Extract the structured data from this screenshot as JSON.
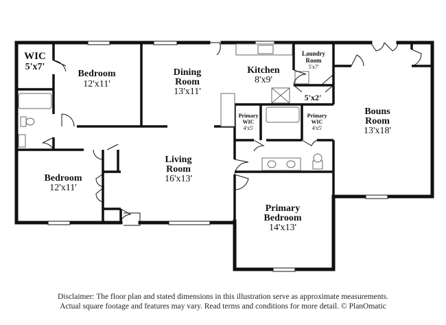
{
  "rooms": {
    "wic_left": {
      "name": "WIC",
      "dim": "5'x7'"
    },
    "bedroom_top": {
      "name": "Bedroom",
      "dim": "12'x11'"
    },
    "dining": {
      "name_line1": "Dining",
      "name_line2": "Room",
      "dim": "13'x11'"
    },
    "kitchen": {
      "name": "Kitchen",
      "dim": "8'x9'"
    },
    "laundry": {
      "name_line1": "Laundry",
      "name_line2": "Room",
      "dim": "5'x7'"
    },
    "closet": {
      "dim": "5'x2'"
    },
    "bonus": {
      "name_line1": "Bouns",
      "name_line2": "Room",
      "dim": "13'x18'"
    },
    "primary_wic_left": {
      "name_line1": "Primary",
      "name_line2": "WIC",
      "dim": "4'x5'"
    },
    "primary_wic_right": {
      "name_line1": "Primary",
      "name_line2": "WIC",
      "dim": "4'x5'"
    },
    "living": {
      "name_line1": "Living",
      "name_line2": "Room",
      "dim": "16'x13'"
    },
    "bedroom_left": {
      "name": "Bedroom",
      "dim": "12'x11'"
    },
    "primary_bedroom": {
      "name_line1": "Primary",
      "name_line2": "Bedroom",
      "dim": "14'x13'"
    }
  },
  "disclaimer": {
    "line1": "Disclaimer: The floor plan and stated dimensions in this illustration serve as approximate measurements.",
    "line2": "Actual square footage and features may vary. Read terms and conditions for more detail. © PlanOmatic"
  },
  "colors": {
    "wall": "#111111",
    "fixture": "#666666",
    "background": "#ffffff"
  }
}
